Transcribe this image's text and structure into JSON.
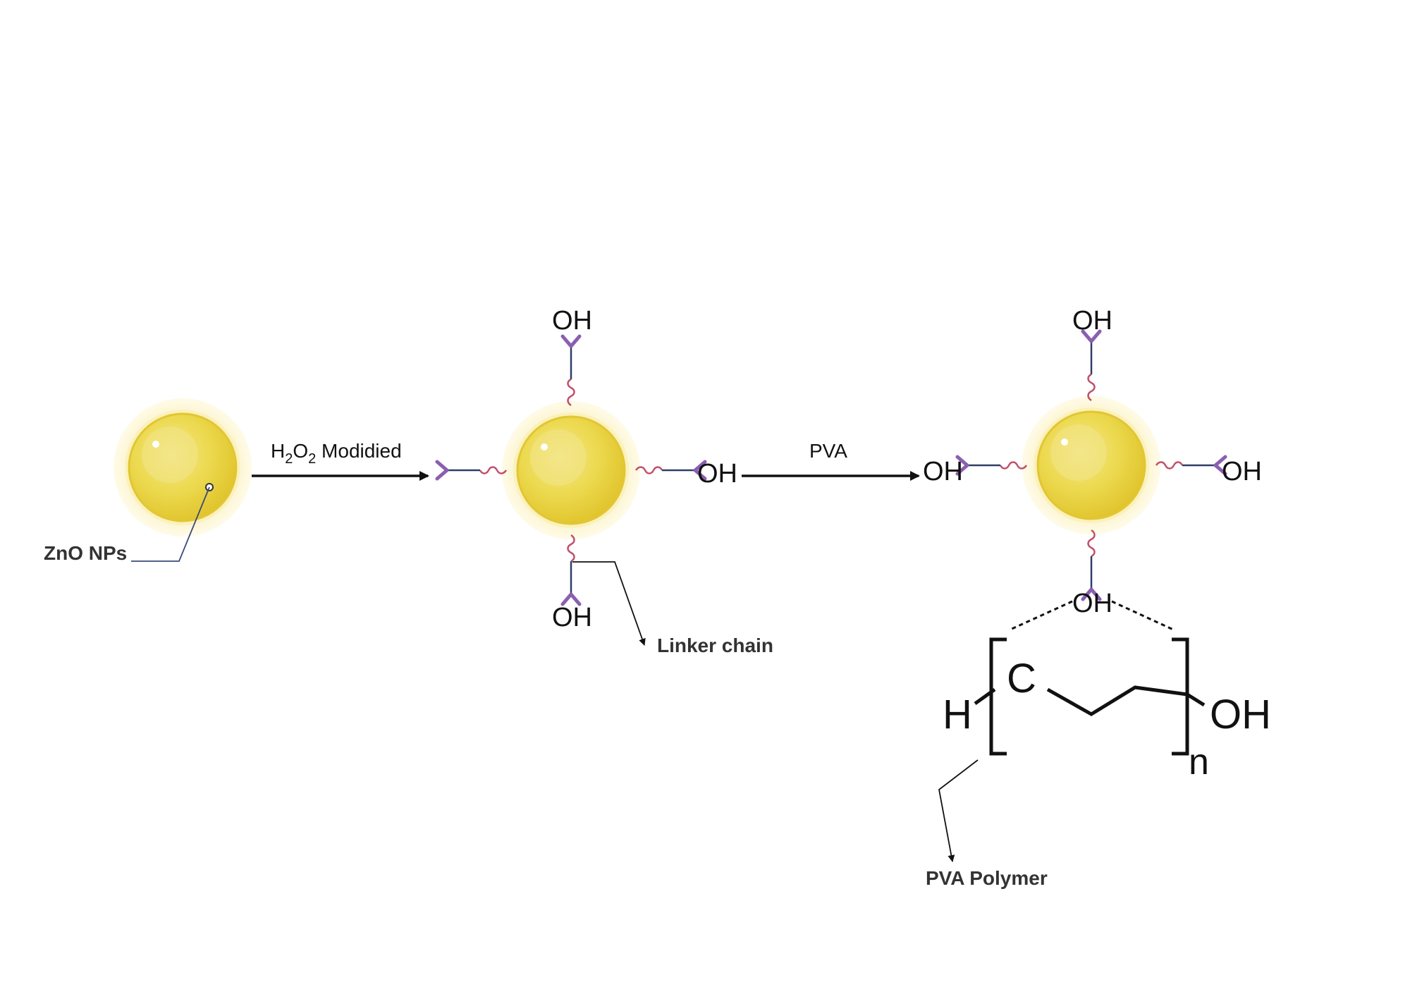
{
  "steps": {
    "arrow1_prefix": "H",
    "arrow1_sub1": "2",
    "arrow1_mid": "O",
    "arrow1_sub2": "2",
    "arrow1_suffix": " Modidied",
    "arrow2": "PVA"
  },
  "labels": {
    "zno": "ZnO NPs",
    "linker": "Linker chain",
    "pva_polymer": "PVA Polymer"
  },
  "groups": {
    "oh": "OH"
  },
  "polymer": {
    "h": "H",
    "c": "C",
    "oh": "OH",
    "n": "n"
  },
  "colors": {
    "particle_core": "#ecd63f",
    "particle_glow": "#fbf3c4",
    "linker_wave": "#c0506a",
    "antibody_y": "#8a5fb0",
    "stem": "#2f3e66",
    "callout_line": "#3a4a7a"
  },
  "icons": [
    "zno-nanoparticle",
    "hydroxyl-anchor",
    "linker-wave"
  ]
}
